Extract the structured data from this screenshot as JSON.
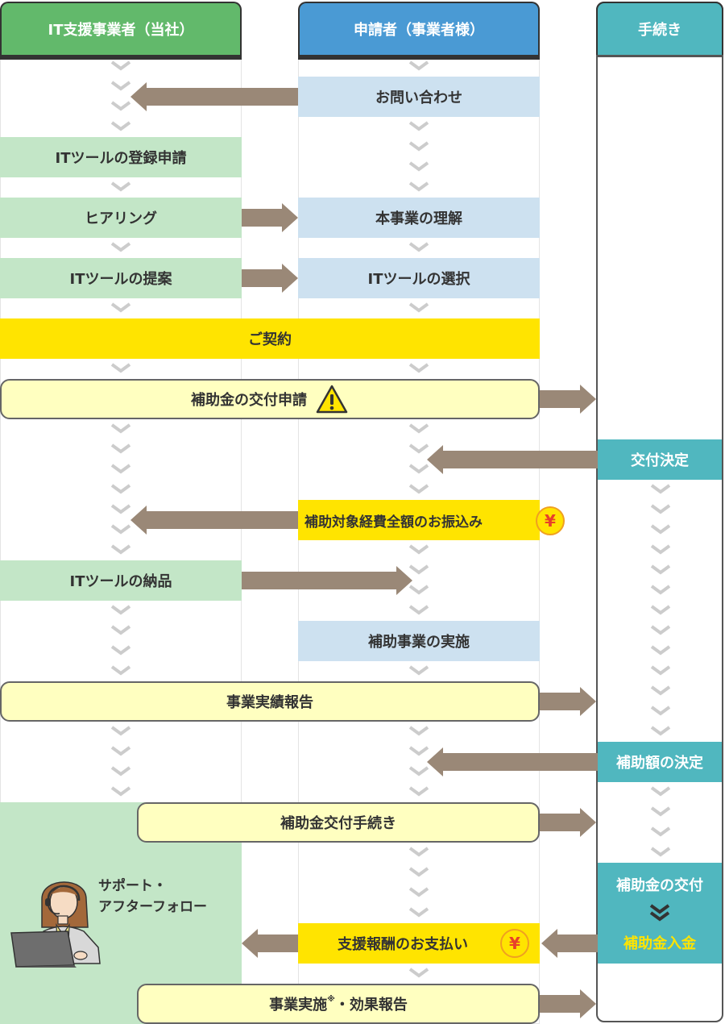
{
  "lanes": {
    "it_vendor": {
      "title": "IT支援事業者（当社）",
      "color": "#62b96b"
    },
    "applicant": {
      "title": "申請者（事業者様）",
      "color": "#4a9ad4"
    },
    "procedure": {
      "title": "手続き",
      "color": "#50b7bf"
    }
  },
  "steps": {
    "inquiry": "お問い合わせ",
    "tool_registration": "ITツールの登録申請",
    "hearing": "ヒアリング",
    "understanding": "本事業の理解",
    "tool_proposal": "ITツールの提案",
    "tool_selection": "ITツールの選択",
    "contract": "ご契約",
    "grant_application": "補助金の交付申請",
    "grant_decision": "交付決定",
    "full_payment": "補助対象経費全額のお振込み",
    "tool_delivery": "ITツールの納品",
    "project_execution": "補助事業の実施",
    "performance_report": "事業実績報告",
    "amount_decision": "補助額の決定",
    "grant_procedure": "補助金交付手続き",
    "grant_issue": "補助金の交付",
    "grant_receipt": "補助金入金",
    "support_line1": "サポート・",
    "support_line2": "アフターフォロー",
    "support_fee": "支援報酬のお支払い",
    "effect_report_main": "事業実施",
    "effect_report_mark": "※",
    "effect_report_rest": "・効果報告"
  },
  "icons": {
    "warning": "warning-triangle-icon",
    "yen": "yen-coin-icon",
    "support": "headset-operator-icon"
  },
  "colors": {
    "green_box": "#c3e6c7",
    "blue_box": "#cde1f0",
    "yellow_box": "#ffe400",
    "pale_box": "#ffffc0",
    "arrow": "#9a8877",
    "chevron": "#cccccc",
    "teal": "#50b7bf",
    "gold_text": "#ffe400"
  }
}
